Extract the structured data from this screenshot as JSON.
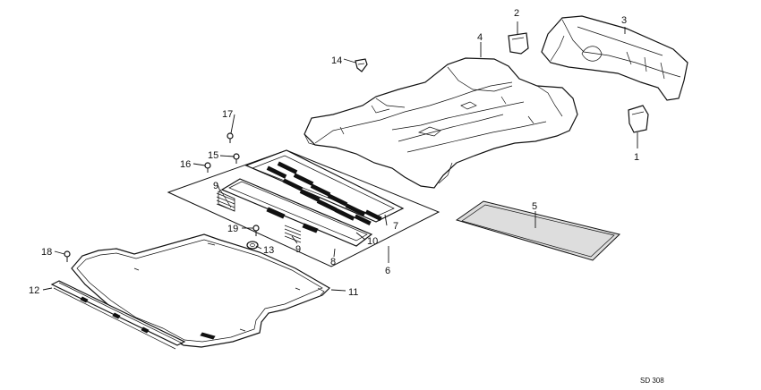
{
  "diagram": {
    "callouts": [
      {
        "id": "c1",
        "text": "1"
      },
      {
        "id": "c2",
        "text": "2"
      },
      {
        "id": "c3",
        "text": "3"
      },
      {
        "id": "c4",
        "text": "4"
      },
      {
        "id": "c5",
        "text": "5"
      },
      {
        "id": "c6",
        "text": "6"
      },
      {
        "id": "c7",
        "text": "7"
      },
      {
        "id": "c8",
        "text": "8"
      },
      {
        "id": "c9a",
        "text": "9"
      },
      {
        "id": "c9b",
        "text": "9"
      },
      {
        "id": "c10",
        "text": "10"
      },
      {
        "id": "c11",
        "text": "11"
      },
      {
        "id": "c12",
        "text": "12"
      },
      {
        "id": "c13",
        "text": "13"
      },
      {
        "id": "c14",
        "text": "14"
      },
      {
        "id": "c15",
        "text": "15"
      },
      {
        "id": "c16",
        "text": "16"
      },
      {
        "id": "c17",
        "text": "17"
      },
      {
        "id": "c18",
        "text": "18"
      },
      {
        "id": "c19",
        "text": "19"
      }
    ],
    "drawing_code": "SD 308"
  }
}
